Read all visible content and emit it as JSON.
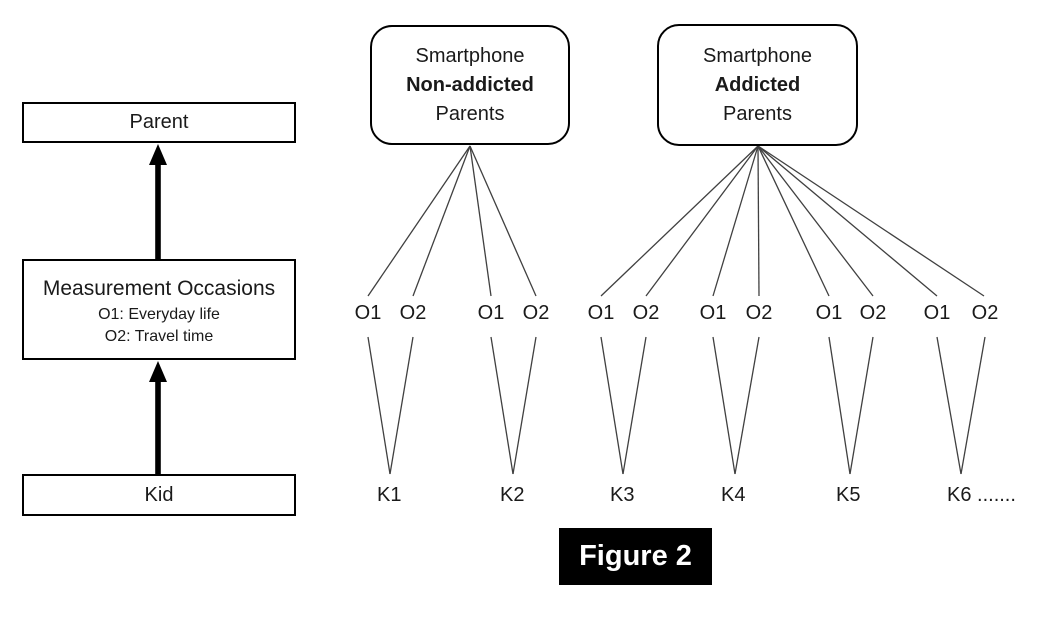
{
  "caption": "Figure 2",
  "left_flow": {
    "parent_label": "Parent",
    "measurement_title": "Measurement Occasions",
    "measurement_sub1": "O1: Everyday life",
    "measurement_sub2": "O2: Travel time",
    "kid_label": "Kid"
  },
  "parent_groups": [
    {
      "line1": "Smartphone",
      "line2": "Non-addicted",
      "line3": "Parents"
    },
    {
      "line1": "Smartphone",
      "line2": "Addicted",
      "line3": "Parents"
    }
  ],
  "occasion_pairs": [
    {
      "o1": "O1",
      "o2": "O2"
    },
    {
      "o1": "O1",
      "o2": "O2"
    },
    {
      "o1": "O1",
      "o2": "O2"
    },
    {
      "o1": "O1",
      "o2": "O2"
    },
    {
      "o1": "O1",
      "o2": "O2"
    },
    {
      "o1": "O1",
      "o2": "O2"
    }
  ],
  "kid_labels": [
    "K1",
    "K2",
    "K3",
    "K4",
    "K5",
    "K6 ......."
  ],
  "colors": {
    "caption_background": "#000000",
    "caption_text": "#ffffff",
    "line_color": "#404040",
    "border_color": "#000000"
  }
}
